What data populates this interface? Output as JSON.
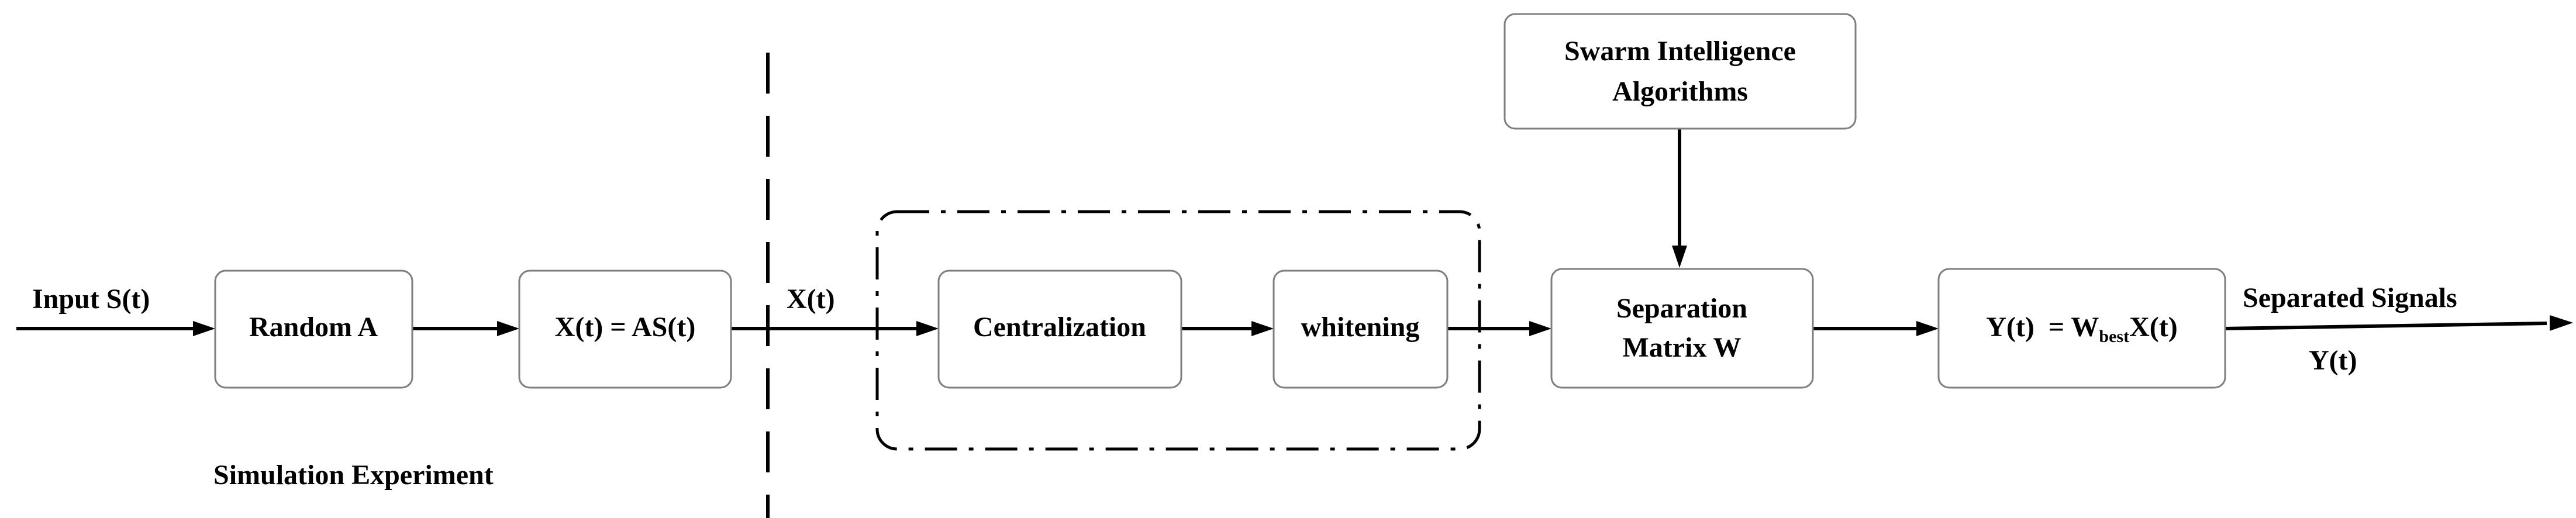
{
  "labels": {
    "input": "Input S(t)",
    "xt": "X(t)",
    "separated": "Separated Signals",
    "yt": "Y(t)",
    "simulation": "Simulation Experiment"
  },
  "boxes": {
    "random_a": "Random A",
    "mixing": "X(t) = AS(t)",
    "centralization": "Centralization",
    "whitening": "whitening",
    "swarm_line1": "Swarm Intelligence",
    "swarm_line2": "Algorithms",
    "separation_line1": "Separation",
    "separation_line2": "Matrix W",
    "output_prefix": "Y(t)  = W",
    "output_sub": "best",
    "output_suffix": "X(t)"
  }
}
